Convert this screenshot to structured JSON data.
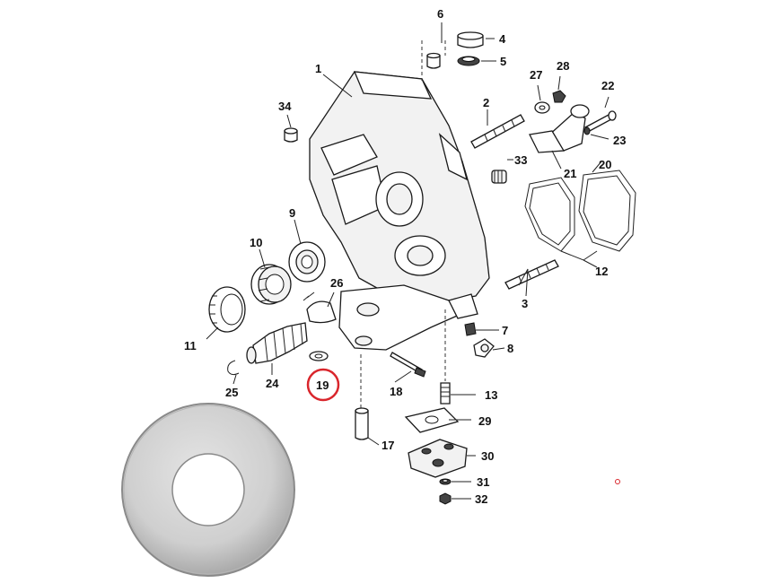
{
  "callouts": [
    {
      "id": "c1",
      "text": "1"
    },
    {
      "id": "c2",
      "text": "2"
    },
    {
      "id": "c3",
      "text": "3"
    },
    {
      "id": "c4",
      "text": "4"
    },
    {
      "id": "c5",
      "text": "5"
    },
    {
      "id": "c6",
      "text": "6"
    },
    {
      "id": "c7",
      "text": "7"
    },
    {
      "id": "c8",
      "text": "8"
    },
    {
      "id": "c9",
      "text": "9"
    },
    {
      "id": "c10",
      "text": "10"
    },
    {
      "id": "c11",
      "text": "11"
    },
    {
      "id": "c12",
      "text": "12"
    },
    {
      "id": "c13",
      "text": "13"
    },
    {
      "id": "c17",
      "text": "17"
    },
    {
      "id": "c18",
      "text": "18"
    },
    {
      "id": "c19",
      "text": "19"
    },
    {
      "id": "c20",
      "text": "20"
    },
    {
      "id": "c21",
      "text": "21"
    },
    {
      "id": "c22",
      "text": "22"
    },
    {
      "id": "c23",
      "text": "23"
    },
    {
      "id": "c24",
      "text": "24"
    },
    {
      "id": "c25",
      "text": "25"
    },
    {
      "id": "c26",
      "text": "26"
    },
    {
      "id": "c27",
      "text": "27"
    },
    {
      "id": "c28",
      "text": "28"
    },
    {
      "id": "c29",
      "text": "29"
    },
    {
      "id": "c30",
      "text": "30"
    },
    {
      "id": "c31",
      "text": "31"
    },
    {
      "id": "c32",
      "text": "32"
    },
    {
      "id": "c33",
      "text": "33"
    },
    {
      "id": "c34",
      "text": "34"
    }
  ],
  "highlight": {
    "part": "19",
    "color": "#d9262c"
  },
  "colors": {
    "line": "#1a1a1a",
    "washer": "#c9c9c9"
  }
}
